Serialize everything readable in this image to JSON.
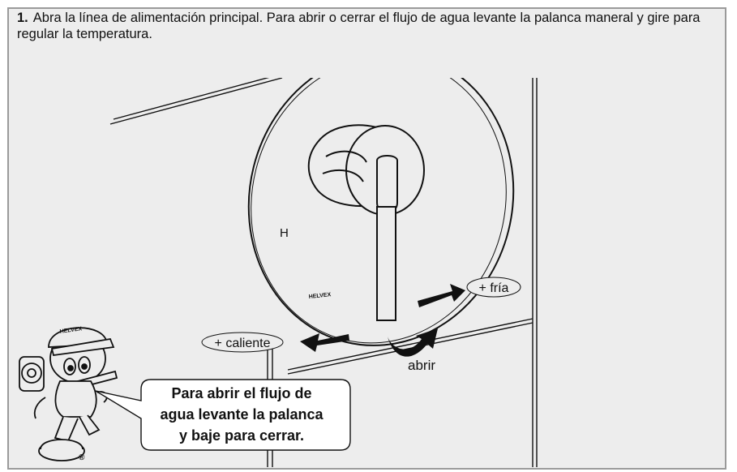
{
  "step": {
    "number": "1.",
    "text": "Abra la línea de alimentación principal. Para abrir o cerrar el flujo de agua levante la palanca maneral y gire para regular la temperatura."
  },
  "labels": {
    "hot": "+ caliente",
    "cold": "+ fría",
    "open": "abrir",
    "plate_mark": "H",
    "plate_brand": "HELVEX",
    "mascot_cap_brand": "HELVEX",
    "registered": "®"
  },
  "callout": {
    "text": "Para abrir el flujo de\nagua levante la palanca\ny baje para cerrar."
  },
  "colors": {
    "line": "#111111",
    "background": "#ededed",
    "frame_border": "#9a9a9a"
  }
}
